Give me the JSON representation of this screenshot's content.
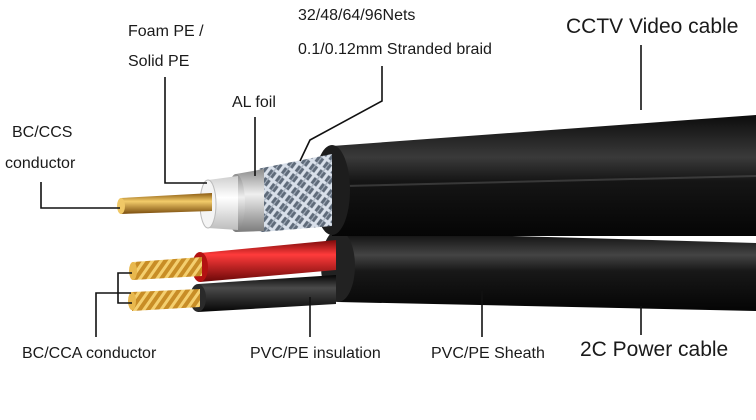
{
  "labels": {
    "foam_pe": "Foam PE /",
    "solid_pe": "Solid PE",
    "nets": "32/48/64/96Nets",
    "braid": "0.1/0.12mm Stranded braid",
    "cctv": "CCTV Video cable",
    "al_foil": "AL foil",
    "bc_ccs": "BC/CCS",
    "conductor": "conductor",
    "bc_cca": "BC/CCA conductor",
    "pvc_insulation": "PVC/PE insulation",
    "pvc_sheath": "PVC/PE Sheath",
    "power": "2C Power cable"
  },
  "colors": {
    "jacket": "#1b1b1b",
    "copper": "#d7a23a",
    "red_insulation": "#d81e1e",
    "foam": "#f2f2f2",
    "braid": "#9aa6b5",
    "leader": "#111111"
  }
}
